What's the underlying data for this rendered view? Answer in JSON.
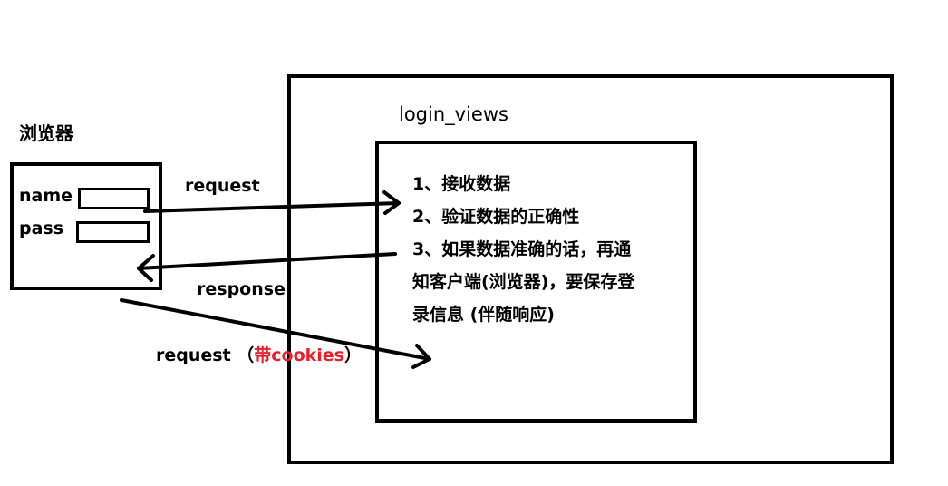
{
  "browser": {
    "title": "浏览器",
    "name_label": "name",
    "pass_label": "pass"
  },
  "server": {
    "title": "login_views",
    "steps": [
      "1、接收数据",
      "2、验证数据的正确性",
      "3、如果数据准确的话，再通",
      "知客户端(浏览器)，要保存登",
      "录信息 (伴随响应)"
    ]
  },
  "arrows": {
    "request": "request",
    "response": "response",
    "request2_prefix": "request （",
    "request2_highlight": "带cookies",
    "request2_suffix": "）"
  },
  "colors": {
    "line": "#000000",
    "highlight": "#e8202a"
  }
}
